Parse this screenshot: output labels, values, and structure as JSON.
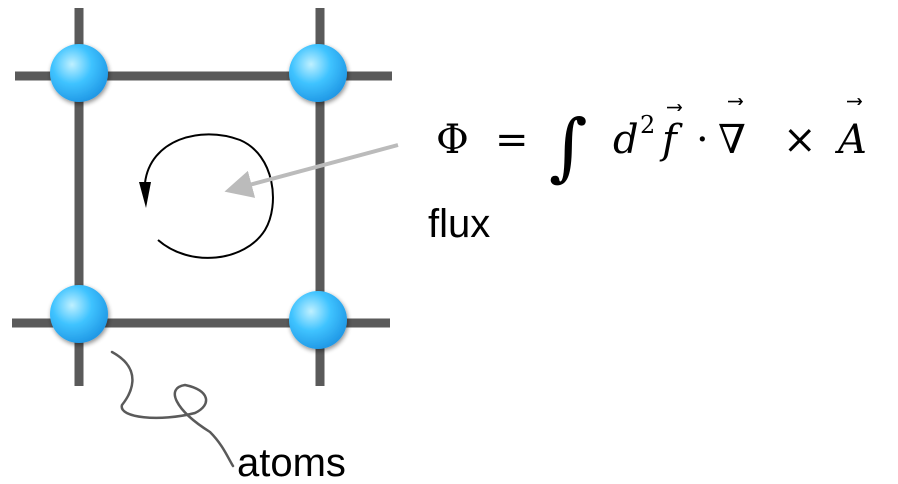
{
  "labels": {
    "flux": "flux",
    "atoms": "atoms"
  },
  "equation": {
    "lhs": "Φ",
    "equals": "=",
    "integral": "∫",
    "d": "d",
    "exponent": "2",
    "f": "f",
    "dot": "·",
    "nabla": "∇",
    "times": "×",
    "A": "A",
    "vector_arrow": "⃗"
  },
  "colors": {
    "lattice": "#5a5a5a",
    "atom_light": "#bff0ff",
    "atom_mid": "#3fc3ff",
    "atom_dark": "#1a8fe0",
    "pointer_arrow": "#bbbbbb",
    "circulation": "#000000",
    "atom_leader": "#5a5a5a"
  },
  "icons": {
    "atom": "sphere",
    "circulation": "counterclockwise-circular-arrow"
  }
}
